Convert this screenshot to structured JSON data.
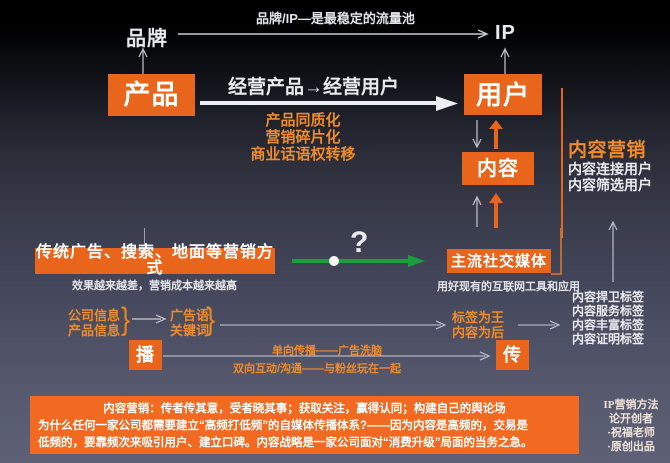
{
  "colors": {
    "orange": "#e8651b",
    "orange_text": "#f08a2a",
    "green": "#19a03c",
    "white_text": "#e9eaee",
    "footer_bg": "#f26a21"
  },
  "top": {
    "brand_label": "品牌",
    "ip_label": "IP",
    "brand_ip_caption": "品牌/IP—是最稳定的流量池"
  },
  "main_row": {
    "product_label": "产品",
    "arrow_caption": "经营产品→经营用户",
    "user_label": "用户",
    "pain_points": [
      "产品同质化",
      "营销碎片化",
      "商业话语权转移"
    ]
  },
  "content_node": {
    "label": "内容"
  },
  "right_panel": {
    "title": "内容营销",
    "lines": [
      "内容连接用户",
      "内容筛选用户"
    ]
  },
  "middle_row": {
    "traditional_label": "传统广告、搜索、地面等营销方式",
    "traditional_caption": "效果越来越差，营销成本越来越高",
    "question_mark": "?",
    "social_label": "主流社交媒体",
    "social_caption": "用好现有的互联网工具和应用"
  },
  "lower_row": {
    "company_info": [
      "公司信息",
      "产品信息"
    ],
    "ad_words": [
      "广告语",
      "关键词"
    ],
    "tag_king": [
      "标签为王",
      "内容为后"
    ],
    "tag_list": [
      "内容捍卫标签",
      "内容服务标签",
      "内容丰富标签",
      "内容证明标签"
    ],
    "bo_label": "播",
    "chuan_label": "传",
    "one_way": "单向传播——广告洗脑",
    "two_way": "双向互动/沟通——与粉丝玩在一起"
  },
  "footer": {
    "line1": "内容营销：传者传其意，受者晓其事；获取关注，赢得认同；构建自己的舆论场",
    "line2": "为什么任何一家公司都需要建立“高频打低频”的自媒体传播体系?——因为内容是高频的，交易是",
    "line3": "低频的，要靠频次来吸引用户、建立口碑。内容战略是一家公司面对“消费升级”局面的当务之急。"
  },
  "signature": {
    "line1": "IP营销方法",
    "line2": "论开创者",
    "line3": "·祝福老师",
    "line4": "·原创出品"
  }
}
